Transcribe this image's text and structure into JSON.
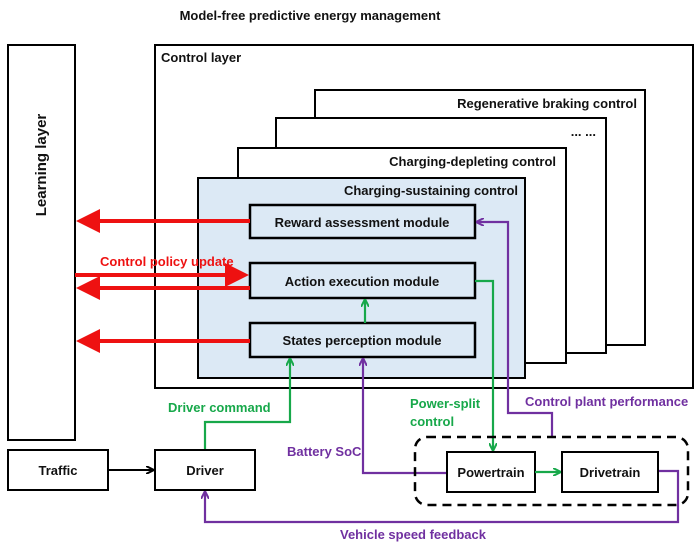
{
  "title": "Model-free predictive energy management",
  "learning_layer": "Learning layer",
  "control_layer": "Control layer",
  "stack": {
    "regenerative": "Regenerative braking control",
    "ellipsis": "... ...",
    "depleting": "Charging-depleting control",
    "sustaining": "Charging-sustaining control"
  },
  "modules": {
    "reward": "Reward assessment module",
    "action": "Action execution module",
    "states": "States perception module"
  },
  "labels": {
    "policy_update": "Control  policy update",
    "driver_command": "Driver command",
    "power_split_1": "Power-split",
    "power_split_2": "control",
    "plant_performance": "Control plant performance",
    "battery_soc": "Battery SoC",
    "speed_feedback": "Vehicle speed feedback"
  },
  "blocks": {
    "traffic": "Traffic",
    "driver": "Driver",
    "powertrain": "Powertrain",
    "drivetrain": "Drivetrain"
  },
  "colors": {
    "policy": "#ee1111",
    "control": "#17a84a",
    "feedback": "#7030a0",
    "module_fill": "#dce9f5"
  }
}
